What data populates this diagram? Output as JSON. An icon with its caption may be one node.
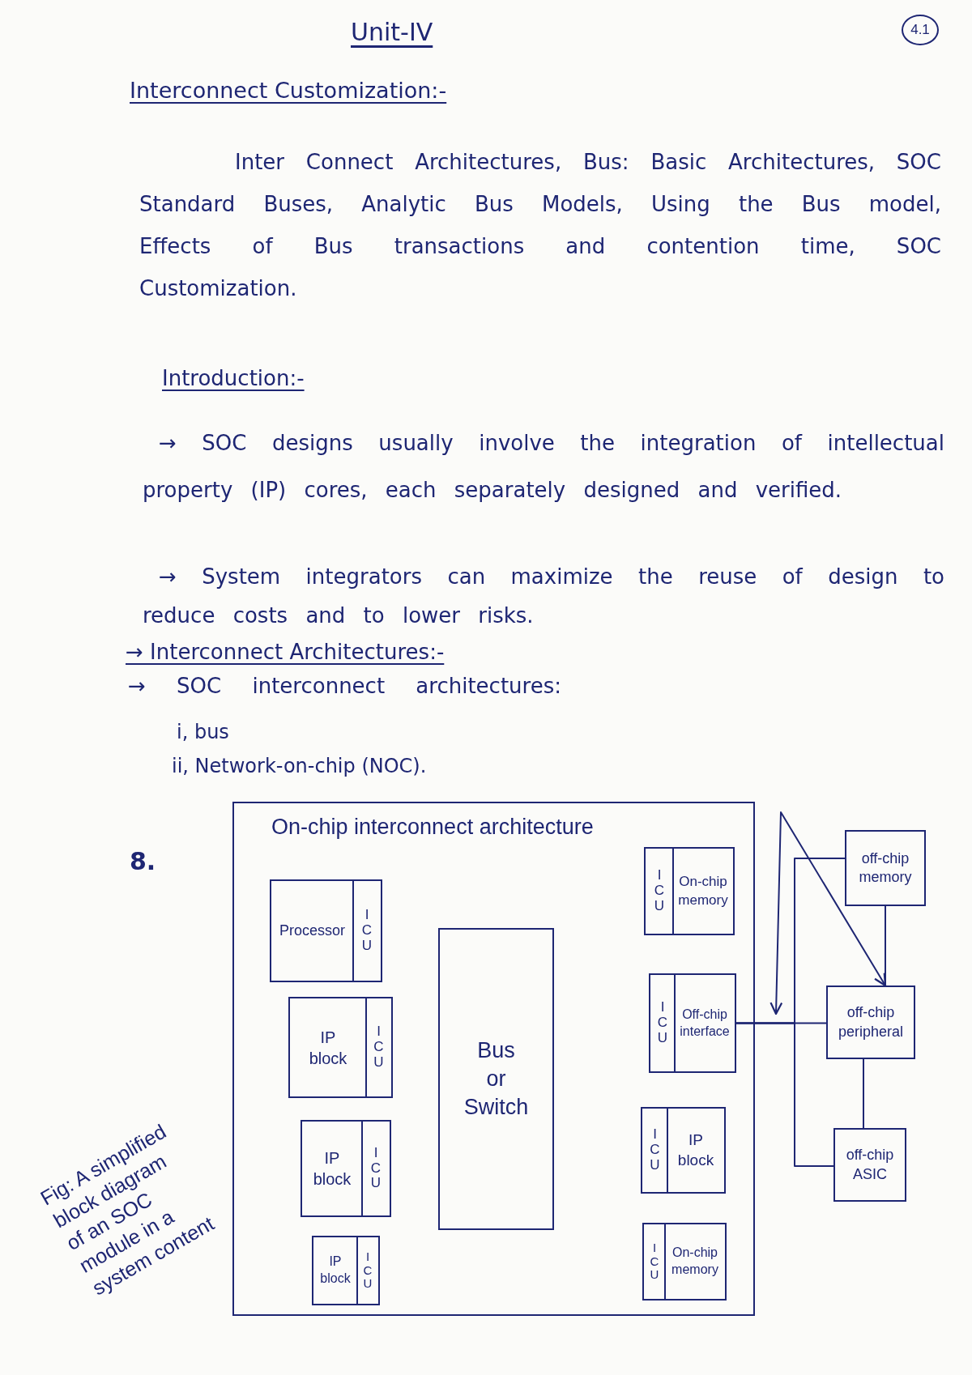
{
  "diagram": {
    "title": "Unit-IV",
    "caption": "Fig: A simplified block diagram of an SOC module in a system content",
    "nodes": [
      {
        "text": [
          "4.1"
        ]
      },
      {
        "text": [
          "On-chip interconnect architecture"
        ]
      },
      {
        "text": [
          "Processor",
          "ICU"
        ],
        "in": 1
      },
      {
        "text": [
          "IP block",
          "ICU"
        ],
        "in": 1
      },
      {
        "text": [
          "IP block",
          "ICU"
        ],
        "in": 1
      },
      {
        "text": [
          "IP block",
          "ICU"
        ],
        "in": 1
      },
      {
        "text": [
          "Bus or Switch"
        ],
        "in": 1
      },
      {
        "text": [
          "ICU",
          "On-chip memory"
        ],
        "in": 1
      },
      {
        "text": [
          "ICU",
          "Off-chip interface"
        ],
        "in": 1
      },
      {
        "text": [
          "ICU",
          "IP block"
        ],
        "in": 1
      },
      {
        "text": [
          "ICU",
          "On-chip memory"
        ],
        "in": 1
      },
      {
        "text": [
          "off-chip memory"
        ]
      },
      {
        "text": [
          "off-chip peripheral"
        ]
      },
      {
        "text": [
          "off-chip ASIC"
        ]
      }
    ],
    "edges": [
      {
        "from": 8,
        "to": 11,
        "arrow": "none"
      },
      {
        "from": 8,
        "to": 12,
        "arrow": "none"
      },
      {
        "from": 8,
        "to": 13,
        "arrow": "none"
      },
      {
        "from": 11,
        "to": 12,
        "arrow": "none"
      },
      {
        "from": 12,
        "to": 13,
        "arrow": "none"
      },
      {
        "from": 1,
        "to": 12,
        "arrow": "both"
      }
    ],
    "labels": [
      "Interconnect Customization:-",
      "Inter Connect Architectures, Bus: Basic Architectures, SOC Standard Buses, Analytic Bus Models, Using the Bus model, Effects of Bus transactions and contention time, SOC Customization.",
      "Introduction:-",
      "→ SOC designs usually involve the integration of intellectual property (IP) cores, each separately designed and verified.",
      "→ System integrators can maximize the reuse of design to reduce costs and to lower risks.",
      "→ Interconnect Architectures:-",
      "→ SOC interconnect architectures:",
      "i, bus",
      "ii, Network-on-chip (NOC).",
      "8."
    ]
  }
}
